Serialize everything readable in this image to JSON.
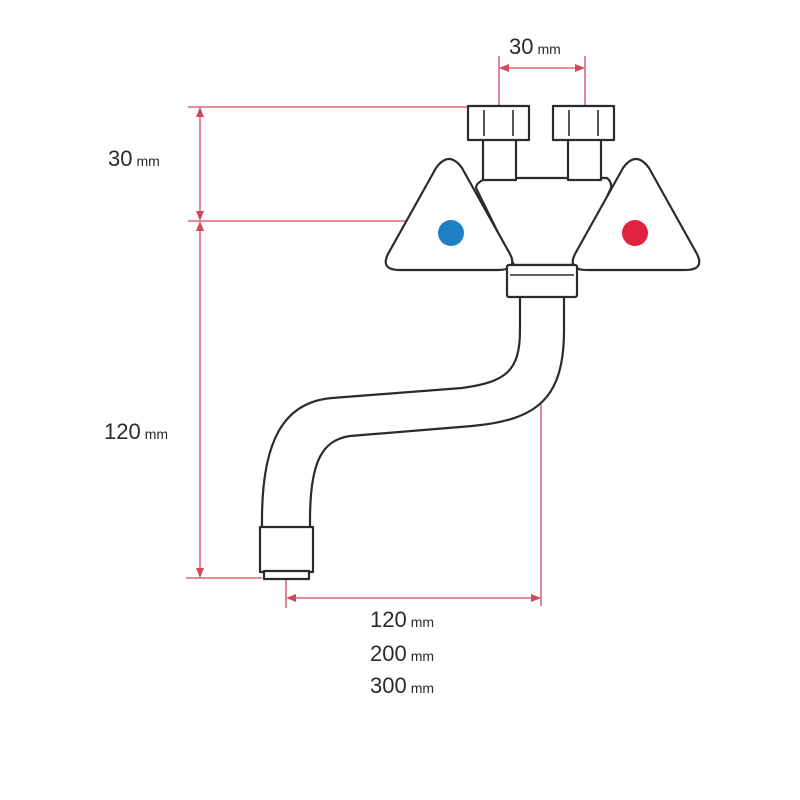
{
  "colors": {
    "outline": "#2b2b2b",
    "dimension": "#d1495b",
    "cold": "#1f7fc4",
    "hot": "#e0243f",
    "background": "#ffffff"
  },
  "dimensions": {
    "inlet_spacing": {
      "value": "30",
      "unit": "mm"
    },
    "inlet_height": {
      "value": "30",
      "unit": "mm"
    },
    "spout_height": {
      "value": "120",
      "unit": "mm"
    },
    "spout_reach_options": [
      {
        "value": "120",
        "unit": "mm"
      },
      {
        "value": "200",
        "unit": "mm"
      },
      {
        "value": "300",
        "unit": "mm"
      }
    ]
  }
}
